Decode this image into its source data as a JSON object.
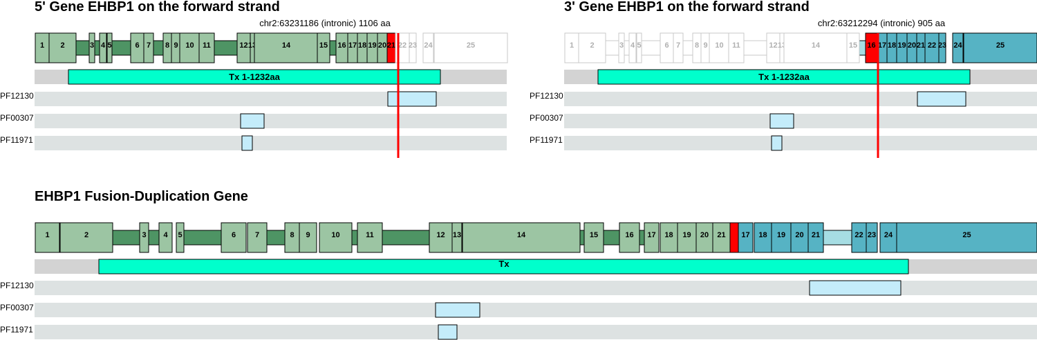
{
  "panels": {
    "five_prime": {
      "title": "5' Gene EHBP1 on the forward strand",
      "breakpoint": "chr2:63231186 (intronic) 1106 aa",
      "tx_label": "Tx 1-1232aa",
      "domains": [
        "PF12130",
        "PF00307",
        "PF11971"
      ]
    },
    "three_prime": {
      "title": "3' Gene EHBP1 on the forward strand",
      "breakpoint": "chr2:63212294 (intronic) 905 aa",
      "tx_label": "Tx 1-1232aa",
      "domains": [
        "PF12130",
        "PF00307",
        "PF11971"
      ]
    },
    "fusion": {
      "title": "EHBP1 Fusion-Duplication Gene",
      "tx_label": "Tx",
      "domains": [
        "PF12130",
        "PF00307",
        "PF11971"
      ]
    }
  },
  "exons": {
    "five_prime": [
      "1",
      "2",
      "3",
      "4",
      "5",
      "6",
      "7",
      "8",
      "9",
      "10",
      "11",
      "12",
      "13",
      "14",
      "15",
      "16",
      "17",
      "18",
      "19",
      "20",
      "21",
      "22",
      "23",
      "24",
      "25"
    ],
    "three_prime": [
      "1",
      "2",
      "3",
      "4",
      "5",
      "6",
      "7",
      "8",
      "9",
      "10",
      "11",
      "12",
      "13",
      "14",
      "15",
      "16",
      "17",
      "18",
      "19",
      "20",
      "21",
      "22",
      "23",
      "24",
      "25"
    ],
    "fusion": [
      "1",
      "2",
      "3",
      "4",
      "5",
      "6",
      "7",
      "8",
      "9",
      "10",
      "11",
      "12",
      "13",
      "14",
      "15",
      "16",
      "17",
      "18",
      "19",
      "20",
      "21",
      "17",
      "18",
      "19",
      "20",
      "21",
      "22",
      "23",
      "24",
      "25"
    ]
  },
  "colors": {
    "five_exon": "#9cc5a3",
    "five_intron": "#4e9464",
    "three_exon": "#56b3c4",
    "three_intron": "#a6dde3",
    "inactive_exon": "#ffffff",
    "inactive_stroke": "#c8c8c8",
    "breakpoint_exon": "#ff0000",
    "breakpoint_line": "#ff0000",
    "tx_bar": "#00ffcc",
    "tx_track": "#d3d3d3",
    "domain_box": "#c4ecfa",
    "domain_track": "#dde2e2"
  }
}
